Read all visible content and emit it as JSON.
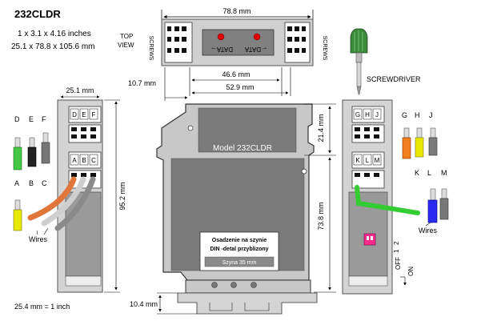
{
  "title": "232CLDR",
  "size_inches": "1 x 3.1 x 4.16 inches",
  "size_mm": "25.1 x 78.8 x 105.6 mm",
  "conversion": "25.4 mm = 1 inch",
  "top_view": {
    "label_top": "TOP",
    "label_view": "VIEW",
    "screws_left": "SCREWS",
    "screws_right": "SCREWS",
    "data_left": "DATA→",
    "data_right": "←DATA",
    "dim_width": "78.8 mm",
    "dim_inner": "46.6 mm",
    "dim_outer": "52.9 mm",
    "dim_offset": "10.7 mm"
  },
  "left_view": {
    "dim_width": "25.1 mm",
    "dim_height": "95.2 mm",
    "terminals_top": [
      "D",
      "E",
      "F"
    ],
    "terminals_bottom": [
      "A",
      "B",
      "C"
    ],
    "wire_labels_top": [
      "D",
      "E",
      "F"
    ],
    "wire_labels_bottom": [
      "A",
      "B",
      "C"
    ],
    "wires_label": "Wires"
  },
  "front_view": {
    "model": "Model 232CLDR",
    "note_line1": "Osadzenie na szynie",
    "note_line2": "DIN -detal przyblizony",
    "rail": "Szyna 35 mm",
    "dim_top": "21.4 mm",
    "dim_side": "73.8 mm",
    "dim_bottom": "10.4 mm"
  },
  "right_view": {
    "screwdriver": "SCREWDRIVER",
    "terminals_top": [
      "G",
      "H",
      "J"
    ],
    "terminals_bottom": [
      "K",
      "L",
      "M"
    ],
    "wire_labels_top": [
      "G",
      "H",
      "J"
    ],
    "wire_labels_bottom": [
      "K",
      "L",
      "M"
    ],
    "wires_label": "Wires",
    "switch_off": "OFF",
    "switch_on": "ON",
    "switch_1": "1",
    "switch_2": "2"
  }
}
